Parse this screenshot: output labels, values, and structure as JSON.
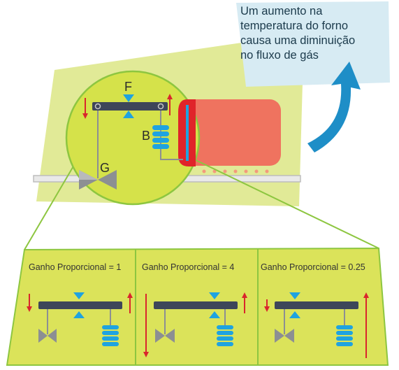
{
  "callout": {
    "lines": [
      "Um aumento na",
      "temperatura do forno",
      "causa uma diminuição",
      "no fluxo de gás"
    ]
  },
  "labels": {
    "lever": "F",
    "bellows": "B",
    "valve": "G"
  },
  "panels": [
    {
      "title": "Ganho Proporcional = 1"
    },
    {
      "title": "Ganho Proporcional = 4"
    },
    {
      "title": "Ganho Proporcional = 0.25"
    }
  ],
  "colors": {
    "background_plane": "#e1ea97",
    "zoom_circle": "#d5e24a",
    "panel_fill": "#dbe35a",
    "callout_bg": "#d7ebf3",
    "arrow_blue": "#1e8ec7",
    "furnace": "#ef735f",
    "flame_red": "#e0242a",
    "lever": "#3e4659",
    "pivot": "#1fa3e0",
    "arrow_red": "#d9262c",
    "valve_grey": "#8c8f93"
  }
}
